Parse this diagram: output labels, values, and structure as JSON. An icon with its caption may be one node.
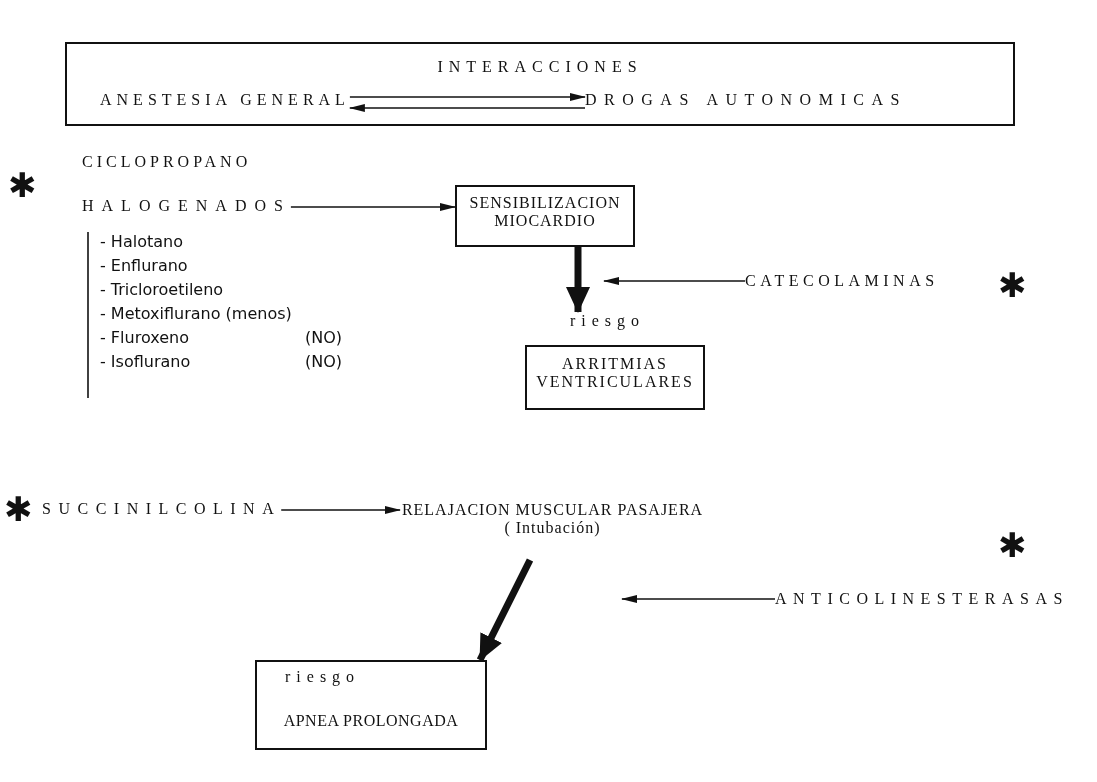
{
  "diagram": {
    "nodes": [
      {
        "text": [
          "INTERACCIONES"
        ]
      },
      {
        "text": [
          "ANESTESIA GENERAL"
        ],
        "in": 0
      },
      {
        "text": [
          "DROGAS AUTONOMICAS"
        ],
        "in": 0
      },
      {
        "text": [
          "HALOGENADOS"
        ]
      },
      {
        "text": [
          "SENSIBILIZACION MIOCARDIO"
        ]
      },
      {
        "text": [
          "CATECOLAMINAS"
        ]
      },
      {
        "text": [
          "ARRITMIAS VENTRICULARES"
        ],
        "beside": [
          "riesgo"
        ]
      },
      {
        "text": [
          "SUCCINILCOLINA"
        ]
      },
      {
        "text": [
          "RELAJACION MUSCULAR PASAJERA ( Intubación)"
        ]
      },
      {
        "text": [
          "ANTICOLINESTERASAS"
        ]
      },
      {
        "text": [
          "riesgo",
          "APNEA PROLONGADA"
        ]
      }
    ],
    "edges": [
      {
        "from": 1,
        "to": 2,
        "arrow": "to"
      },
      {
        "from": 2,
        "to": 1,
        "arrow": "to"
      },
      {
        "from": 3,
        "to": 4,
        "arrow": "to"
      },
      {
        "from": 4,
        "to": 6,
        "arrow": "to",
        "style": "thick"
      },
      {
        "from": 5,
        "to": null,
        "arrow": "to"
      },
      {
        "from": 7,
        "to": 8,
        "arrow": "to"
      },
      {
        "from": 9,
        "to": null,
        "arrow": "to"
      },
      {
        "from": 8,
        "to": 10,
        "arrow": "to",
        "style": "thick"
      }
    ],
    "labels": [
      "✱",
      "CICLOPROPANO",
      "- Halotano",
      "- Enflurano",
      "- Tricloroetileno",
      "- Metoxiflurano (menos)",
      "- Fluroxeno",
      "(NO)",
      "- Isoflurano",
      "(NO)",
      "✱",
      "✱",
      "✱"
    ]
  }
}
